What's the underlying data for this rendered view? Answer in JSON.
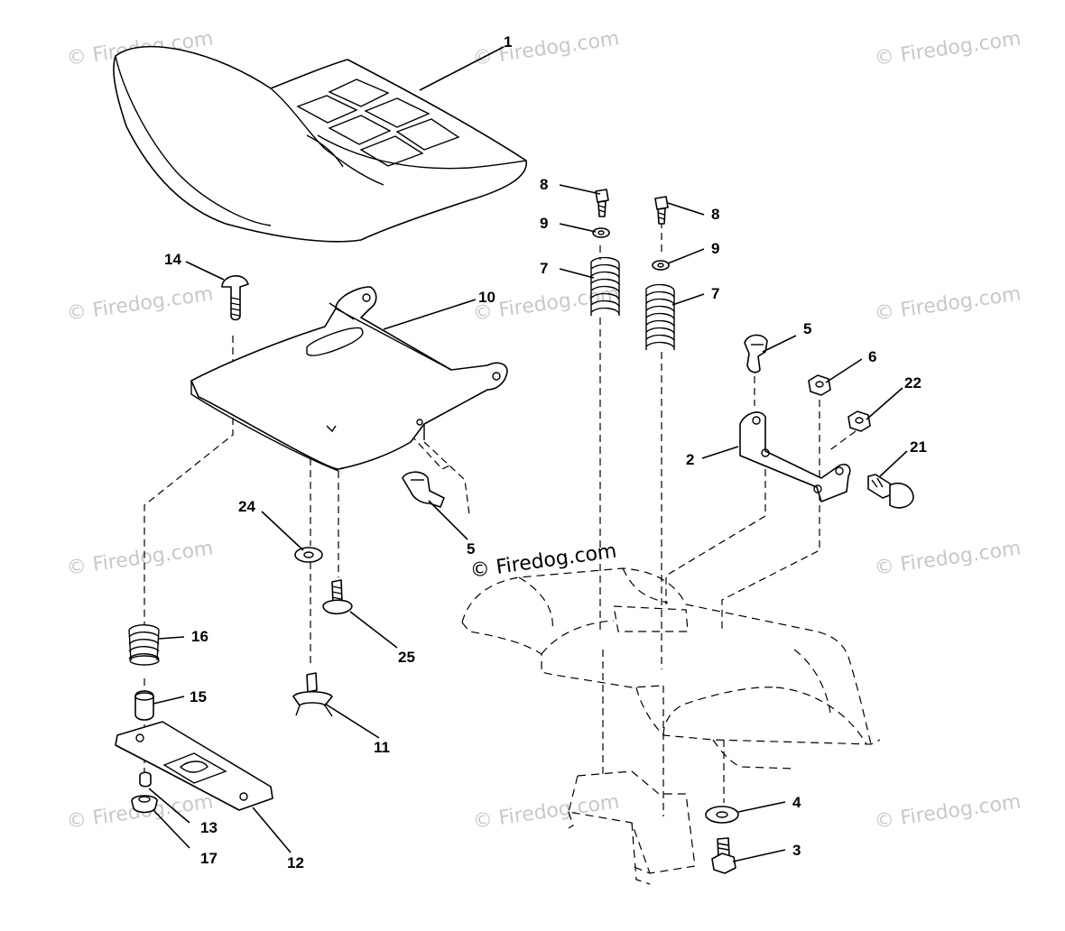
{
  "watermark": {
    "text": "© Firedog.com",
    "color": "#c8c8c8"
  },
  "copyright_text": "© Firedog.com",
  "callouts": {
    "seat": "1",
    "bracket": "2",
    "bolt_bottom": "3",
    "washer_bottom": "4",
    "clip_right": "5",
    "clip_left": "5",
    "nut_right": "6",
    "spring_left": "7",
    "spring_right": "7",
    "bolt_left": "8",
    "bolt_right": "8",
    "washer_left": "9",
    "washer_right": "9",
    "seat_pan": "10",
    "knob": "11",
    "slide_plate": "12",
    "nut_small": "13",
    "carriage_bolt": "14",
    "spacer": "15",
    "spring_small": "16",
    "flange_nut": "17",
    "bolt_shoulder": "21",
    "nut_22": "22",
    "washer_24": "24",
    "bolt_25": "25"
  }
}
